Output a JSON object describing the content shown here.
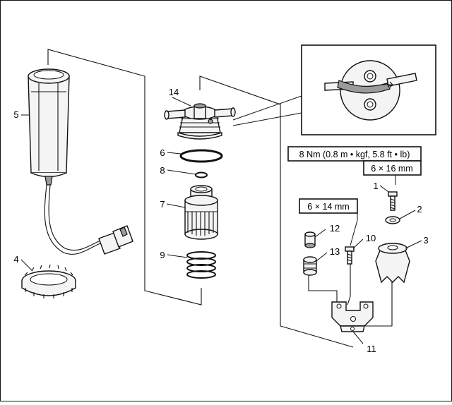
{
  "callouts": {
    "c1": "1",
    "c2": "2",
    "c3": "3",
    "c4": "4",
    "c5": "5",
    "c6": "6",
    "c7": "7",
    "c8": "8",
    "c9": "9",
    "c10": "10",
    "c11": "11",
    "c12": "12",
    "c13": "13",
    "c14": "14"
  },
  "specs": {
    "torque": "8 Nm (0.8 m • kgf, 5.8 ft • lb)",
    "bolt_large": "6 × 16 mm",
    "bolt_small": "6 × 14 mm"
  }
}
